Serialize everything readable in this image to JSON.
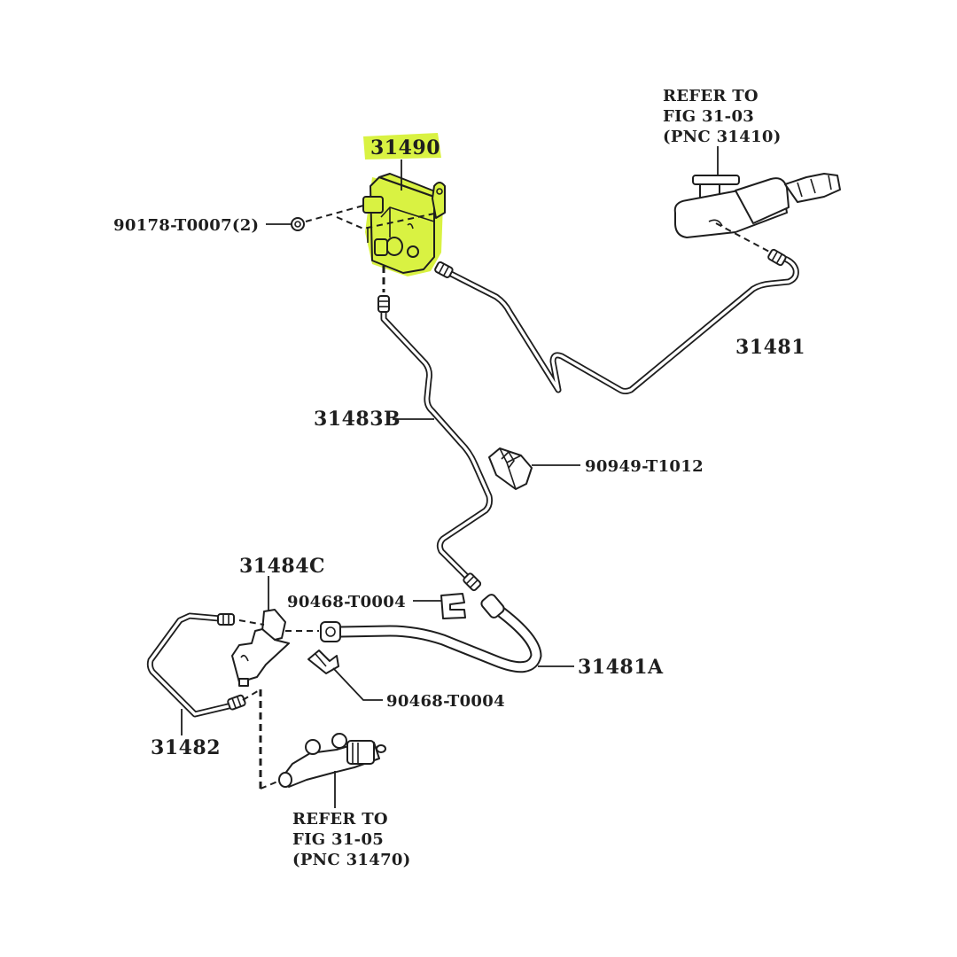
{
  "diagram": {
    "title": "Clutch hydraulic line parts diagram",
    "highlight_color": "#d9f242",
    "line_color": "#1e1e1e",
    "background_color": "#ffffff",
    "highlighted_part": "31490",
    "parts": [
      {
        "id": "p31490",
        "number": "31490",
        "highlighted": true
      },
      {
        "id": "p90178",
        "number": "90178-T0007(2)"
      },
      {
        "id": "p31481",
        "number": "31481"
      },
      {
        "id": "p31483b",
        "number": "31483B"
      },
      {
        "id": "p90949",
        "number": "90949-T1012"
      },
      {
        "id": "p31484c",
        "number": "31484C"
      },
      {
        "id": "p90468a",
        "number": "90468-T0004"
      },
      {
        "id": "p90468b",
        "number": "90468-T0004"
      },
      {
        "id": "p31481a",
        "number": "31481A"
      },
      {
        "id": "p31482",
        "number": "31482"
      }
    ],
    "references": [
      {
        "id": "ref_master",
        "lines": [
          "REFER TO",
          "FIG 31-03",
          "(PNC 31410)"
        ]
      },
      {
        "id": "ref_release",
        "lines": [
          "REFER TO",
          "FIG 31-05",
          "(PNC 31470)"
        ]
      }
    ]
  }
}
